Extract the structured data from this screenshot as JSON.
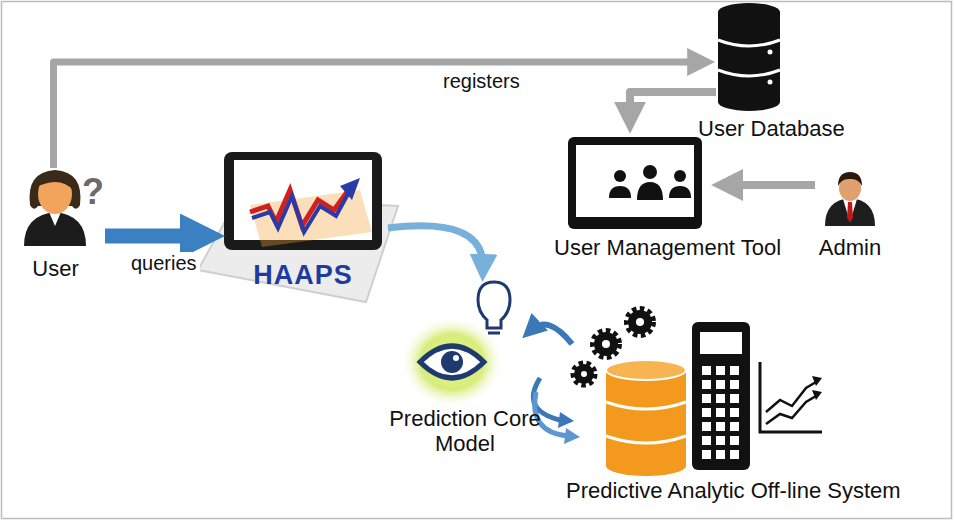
{
  "diagram": {
    "nodes": [
      {
        "text": [
          "User"
        ]
      },
      {
        "text": [
          "HAAPS"
        ]
      },
      {
        "text": [
          "User Database"
        ]
      },
      {
        "text": [
          "User Management Tool"
        ]
      },
      {
        "text": [
          "Admin"
        ]
      },
      {
        "text": [
          "Prediction Core Model"
        ]
      },
      {
        "text": [
          "Predictive Analytic Off-line System"
        ]
      }
    ],
    "edges": [
      {
        "from": 0,
        "to": 2,
        "label": "registers",
        "arrow": "to"
      },
      {
        "from": 0,
        "to": 1,
        "label": "queries",
        "arrow": "to"
      },
      {
        "from": 2,
        "to": 3,
        "arrow": "to"
      },
      {
        "from": 4,
        "to": 3,
        "arrow": "to"
      },
      {
        "from": 1,
        "to": 5,
        "arrow": "to"
      },
      {
        "from": 6,
        "to": 5,
        "arrow": "to"
      }
    ]
  }
}
